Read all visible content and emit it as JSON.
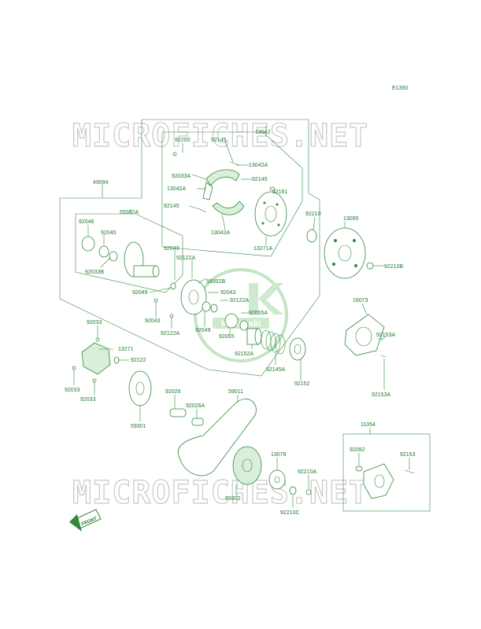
{
  "diagram_code": "E1350",
  "watermark_text": "MICROFICHES.NET",
  "logo_text": "Kawasaki",
  "front_label": "FRONT",
  "colors": {
    "line": "#2f8a3a",
    "text": "#1d7a2c",
    "watermark": "#c9c9c9",
    "fill": "#d9efd9"
  },
  "labels": {
    "l13042": "13042",
    "l92200": "92200",
    "l92145a": "92145",
    "l92033A": "92033A",
    "l13042A1": "13042A",
    "l13042A2": "13042A",
    "l92145b": "92145",
    "l92161": "92161",
    "l92145c": "92145",
    "l13042A3": "13042A",
    "l13271A": "13271A",
    "l49094": "49094",
    "l59302A": "59302A",
    "l92046": "92046",
    "l92045": "92045",
    "l92033B": "92033B",
    "l92043a": "92043",
    "l92122Aa": "92122A",
    "l59302B": "59302B",
    "l92049a": "92049",
    "l92043b": "92043",
    "l92122Ab": "92122A",
    "l92043c": "92043",
    "l92055A": "92055A",
    "l92122Ac": "92122A",
    "l92049b": "92049",
    "l92055": "92055",
    "l92152A": "92152A",
    "l92145A": "92145A",
    "l92152": "92152",
    "l92210": "92210",
    "l13095": "13095",
    "l92210B": "92210B",
    "l16073": "16073",
    "l92153Aa": "92153A",
    "l92153Ab": "92153A",
    "l92033a": "92033",
    "l13271": "13271",
    "l92122": "92122",
    "l92033b": "92033",
    "l92033c": "92033",
    "l59301": "59301",
    "l92026": "92026",
    "l92026A": "92026A",
    "l59011": "59011",
    "l13078": "13078",
    "l92210A": "92210A",
    "l92210C": "92210C",
    "l59302": "59302",
    "l11054": "11054",
    "l92092": "92092",
    "l92153": "92153"
  }
}
